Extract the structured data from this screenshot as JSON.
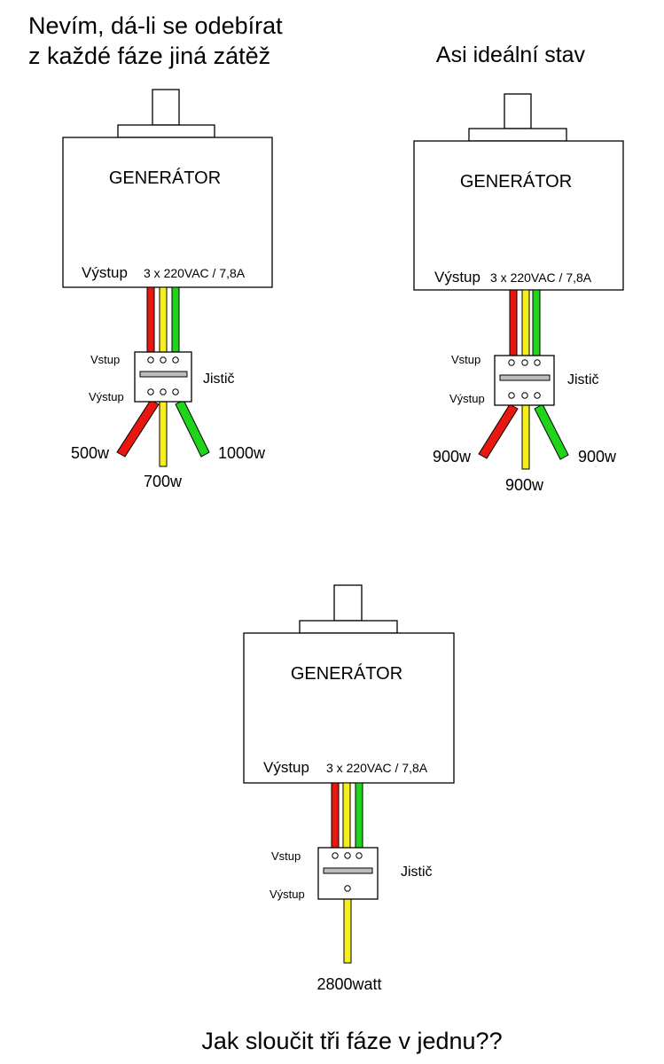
{
  "colors": {
    "phase_red": "#e8170f",
    "phase_yellow": "#f5ef1c",
    "phase_green": "#1fd41b"
  },
  "panel_a": {
    "heading_line1": "Nevím, dá-li se odebírat",
    "heading_line2": "z každé fáze jiná zátěž",
    "generator_label": "GENERÁTOR",
    "output_label": "Výstup",
    "output_spec": "3 x 220VAC / 7,8A",
    "breaker_input": "Vstup",
    "breaker_output": "Výstup",
    "breaker_label": "Jistič",
    "load_red": "500w",
    "load_yellow": "700w",
    "load_green": "1000w"
  },
  "panel_b": {
    "heading": "Asi ideální stav",
    "generator_label": "GENERÁTOR",
    "output_label": "Výstup",
    "output_spec": "3 x 220VAC / 7,8A",
    "breaker_input": "Vstup",
    "breaker_output": "Výstup",
    "breaker_label": "Jistič",
    "load_red": "900w",
    "load_yellow": "900w",
    "load_green": "900w"
  },
  "panel_c": {
    "generator_label": "GENERÁTOR",
    "output_label": "Výstup",
    "output_spec": "3 x 220VAC / 7,8A",
    "breaker_input": "Vstup",
    "breaker_output": "Výstup",
    "breaker_label": "Jistič",
    "load_combined": "2800watt"
  },
  "footer": {
    "question": "Jak sloučit tři fáze v jednu??"
  }
}
